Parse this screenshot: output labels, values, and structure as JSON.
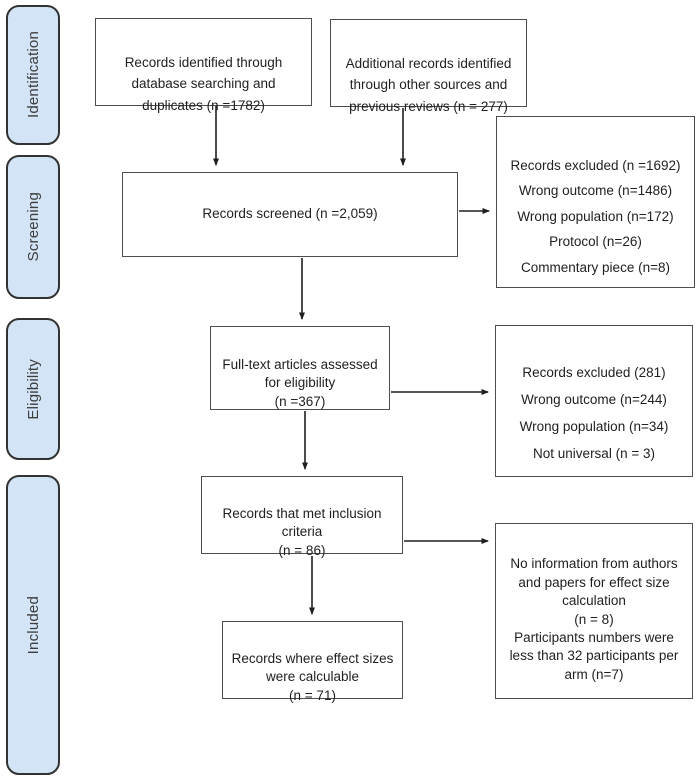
{
  "title": "PRISMA flow diagram",
  "sidebar": {
    "stages": [
      {
        "label": "Identification"
      },
      {
        "label": "Screening"
      },
      {
        "label": "Eligibility"
      },
      {
        "label": "Included"
      }
    ]
  },
  "boxes": {
    "identified_db": {
      "lines": [
        "Records identified through",
        "database searching and",
        "duplicates (n =1782)"
      ]
    },
    "identified_other": {
      "lines": [
        "Additional records identified",
        "through other sources and",
        "previous reviews (n = 277)"
      ]
    },
    "screened": {
      "label": "Records screened (n =2,059)"
    },
    "excluded_screening": {
      "lines": [
        "Records excluded (n =1692)",
        "Wrong outcome (n=1486)",
        "Wrong population (n=172)",
        "Protocol (n=26)",
        "Commentary piece (n=8)"
      ]
    },
    "fulltext": {
      "lines": [
        "Full-text articles assessed",
        "for eligibility",
        "(n =367)"
      ]
    },
    "excluded_eligibility": {
      "lines": [
        "Records excluded (281)",
        "Wrong outcome (n=244)",
        "Wrong population (n=34)",
        "Not universal (n = 3)"
      ]
    },
    "inclusion": {
      "lines": [
        "Records that met inclusion",
        "criteria",
        "(n = 86)"
      ]
    },
    "excluded_included": {
      "lines": [
        "No information from authors",
        "and papers for effect size",
        "calculation",
        "(n = 8)",
        "Participants numbers were",
        "less than 32 participants per",
        "arm (n=7)"
      ]
    },
    "calculable": {
      "lines": [
        "Records where effect sizes",
        "were calculable",
        "(n = 71)"
      ]
    }
  },
  "colors": {
    "stage_fill": "#d2e4f6",
    "stage_border": "#323232",
    "box_border": "#4d4d4d",
    "arrow": "#1f1f1f",
    "text": "#1f1f1f",
    "background": "#ffffff"
  }
}
